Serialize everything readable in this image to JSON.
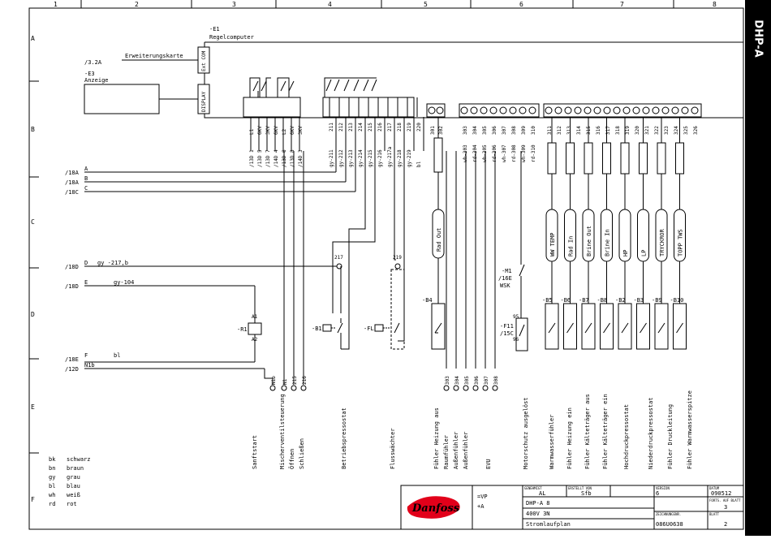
{
  "sheet": {
    "product": "DHP-A",
    "col_numbers": [
      "1",
      "2",
      "3",
      "4",
      "5",
      "6",
      "7",
      "8"
    ],
    "row_letters": [
      "A",
      "B",
      "C",
      "D",
      "E",
      "F"
    ]
  },
  "modules": {
    "e1_tag": "-E1",
    "e1_name": "Regelcomputer",
    "e2_ref": "/3.2A",
    "e2_name": "Erweiterungskarte",
    "e3_tag": "-E3",
    "e3_name": "Anzeige",
    "ext_com": "Ext COM",
    "display": "DISPLAY"
  },
  "terminals": {
    "relay": [
      "L1",
      "6KV",
      "3KV",
      "6KV",
      "L2",
      "6KV",
      "3KV"
    ],
    "relay_ref": [
      "/13D 1",
      "/13D 5",
      "/13D 7",
      "/14D 4",
      "/13D 6",
      "/13D 8",
      "/14D 3"
    ],
    "mid": [
      "211",
      "212",
      "213",
      "214",
      "215",
      "216",
      "217",
      "218",
      "219",
      "220"
    ],
    "mid_wire": [
      "gy-211",
      "gy-212",
      "gy-213",
      "gy-214",
      "gy-215",
      "gy-216",
      "gy-217a",
      "gy-218",
      "gy-219",
      "bl"
    ],
    "t301": [
      "301",
      "302"
    ],
    "t303": [
      "303",
      "304",
      "305",
      "306",
      "307",
      "308",
      "309",
      "310"
    ],
    "t303_wire": [
      "wh-303",
      "rd-304",
      "wh-305",
      "rd-306",
      "wh-307",
      "rd-308",
      "wh-309",
      "rd-310"
    ],
    "t311": [
      "311",
      "312",
      "313",
      "314",
      "315",
      "316",
      "317",
      "318",
      "319",
      "320",
      "321",
      "322",
      "323",
      "324",
      "325",
      "326"
    ]
  },
  "lines": {
    "a_ref": "/18A",
    "a_lbl": "A",
    "b_ref": "/18A",
    "b_lbl": "B",
    "c_ref": "/18C",
    "c_lbl": "C",
    "d_ref": "/18D",
    "d_lbl": "D",
    "d_wire": "gy -217,b",
    "e_ref": "/18D",
    "e_lbl": "E",
    "e_wire": "gy-104",
    "f_ref": "/18E",
    "f_lbl": "F",
    "f_wire": "bl",
    "n_ref": "/12D",
    "n_lbl": "N1b"
  },
  "components": {
    "r1": "-R1",
    "r1_a1": "A1",
    "r1_a2": "A2",
    "b1": "-B1",
    "fl": "-FL",
    "b4": "-B4",
    "m1": "-M1",
    "m1_ref": "/16E",
    "m1_sub": "WSK",
    "f11": "-F11",
    "f11_ref": "/15C",
    "f11_95": "95",
    "f11_96": "96",
    "sensors": [
      "-B5",
      "-B6",
      "-B7",
      "-B8",
      "-B2",
      "-B3",
      "-B9",
      "-B10"
    ],
    "sensor_names": [
      "WW TEMP",
      "Rad In",
      "Brine Out",
      "Brine In",
      "HP",
      "LP",
      "TRYCKROR",
      "TOPP TWS"
    ],
    "rad_out": "Rad Out",
    "t217": "217",
    "t219": "219"
  },
  "bottom_terms": {
    "n1b": "N1b",
    "n1": "N1",
    "t215": "215",
    "t216": "216",
    "t303": [
      "303",
      "304",
      "305",
      "306",
      "307",
      "308"
    ]
  },
  "functions": [
    "Sanftstart",
    "Mischerventilsteuerung",
    "Öffnen",
    "Schließen",
    "Betriebspressostat",
    "Flusswächter",
    "Fühler Heizung aus",
    "Raumfühler",
    "Außenfühler",
    "Außenfühler",
    "EVU",
    "Motorschutz ausgelöst",
    "Warmwasserfühler",
    "Fühler Heizung ein",
    "Fühler Kälteträger aus",
    "Fühler Kälteträger ein",
    "Hochdruckpressostat",
    "Niederdruckpressostat",
    "Fühler Druckleitung",
    "Fühler Warmwasserspitze"
  ],
  "legend": [
    {
      "code": "bk",
      "name": "schwarz"
    },
    {
      "code": "bn",
      "name": "braun"
    },
    {
      "code": "gy",
      "name": "grau"
    },
    {
      "code": "bl",
      "name": "blau"
    },
    {
      "code": "wh",
      "name": "weiß"
    },
    {
      "code": "rd",
      "name": "rot"
    }
  ],
  "title_block": {
    "brand": "Danfoss",
    "vp": "=VP",
    "a": "+A",
    "line1": "DHP-A 8",
    "line2": "400V 3N",
    "line3": "Stromlaufplan",
    "drawn_lbl": "GENEHMIGT",
    "drawn": "AL",
    "check_lbl": "ERSTELLT VON",
    "check": "Sfb",
    "ver_lbl": "VERSION",
    "ver": "6",
    "date_lbl": "DATUM",
    "date": "090512",
    "next_lbl": "FORTS. AUF BLATT",
    "next": "3",
    "dwg_lbl": "ZEICHNUNGSNR.",
    "dwg": "086U0638",
    "sheet_lbl": "BLATT",
    "sheet": "2"
  }
}
